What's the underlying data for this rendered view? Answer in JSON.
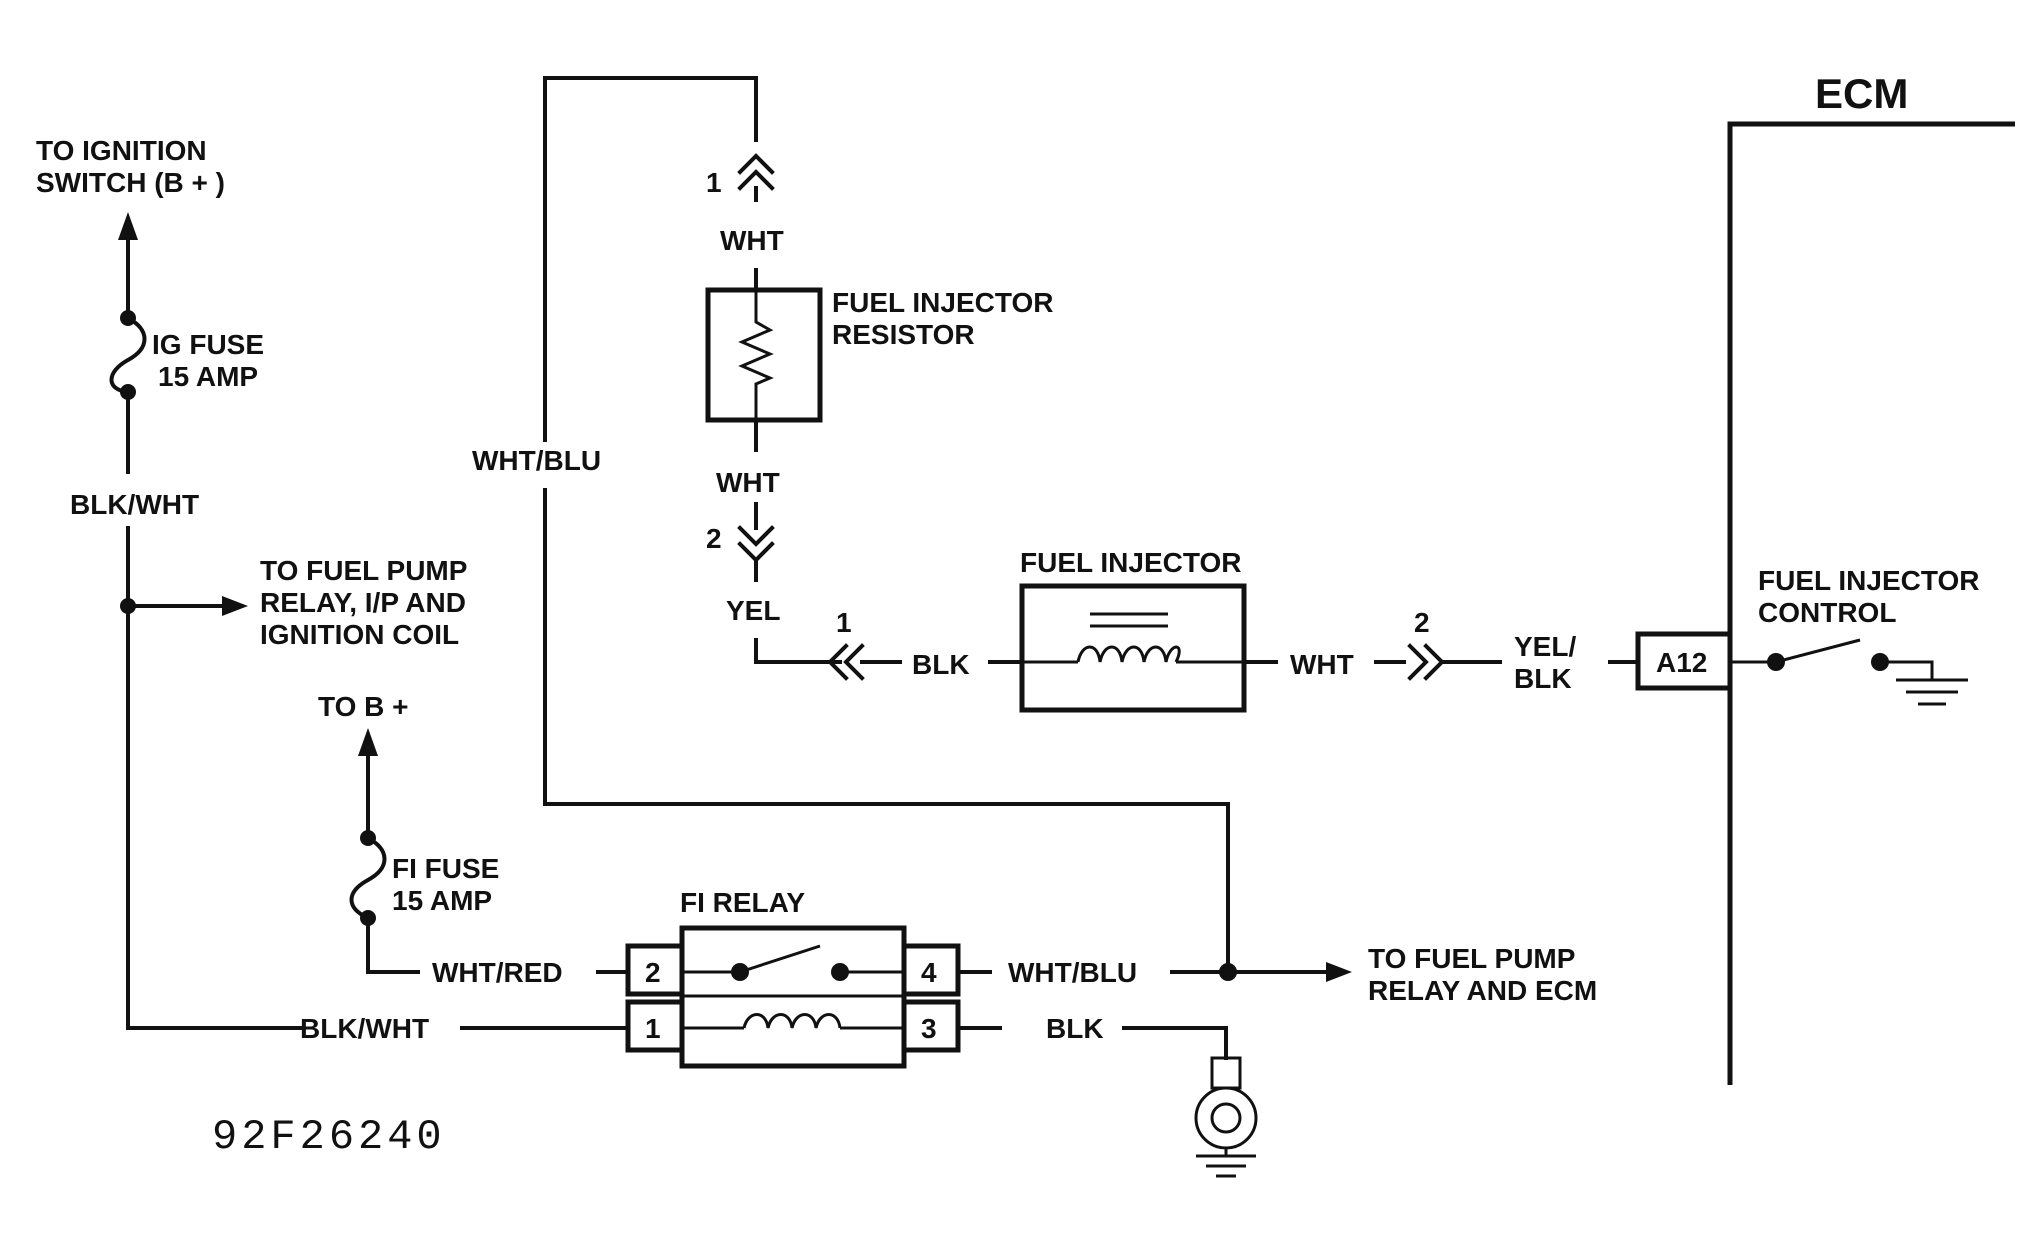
{
  "labels": {
    "ecm": "ECM",
    "to_ignition_line1": "TO IGNITION",
    "to_ignition_line2": "SWITCH (B + )",
    "ig_fuse_line1": "IG FUSE",
    "ig_fuse_line2": "15 AMP",
    "blk_wht_upper": "BLK/WHT",
    "to_fuel_pump_line1": "TO FUEL PUMP",
    "to_fuel_pump_line2": "RELAY, I/P AND",
    "to_fuel_pump_line3": "IGNITION COIL",
    "to_b_plus": "TO B +",
    "fi_fuse_line1": "FI FUSE",
    "fi_fuse_line2": "15 AMP",
    "wht_red": "WHT/RED",
    "blk_wht_lower": "BLK/WHT",
    "fi_relay": "FI RELAY",
    "relay_pin_2": "2",
    "relay_pin_1": "1",
    "relay_pin_4": "4",
    "relay_pin_3": "3",
    "wht_blu_relay": "WHT/BLU",
    "blk_relay": "BLK",
    "to_pump_ecm_line1": "TO FUEL PUMP",
    "to_pump_ecm_line2": "RELAY AND ECM",
    "wht_blu_vertical": "WHT/BLU",
    "conn_top_pin": "1",
    "wht_top": "WHT",
    "resistor_line1": "FUEL INJECTOR",
    "resistor_line2": "RESISTOR",
    "wht_bottom": "WHT",
    "conn_mid_pin": "2",
    "yel": "YEL",
    "inj_conn_left_pin": "1",
    "blk_injector": "BLK",
    "fuel_injector": "FUEL INJECTOR",
    "wht_injector": "WHT",
    "inj_conn_right_pin": "2",
    "yel_blk_line1": "YEL/",
    "yel_blk_line2": "BLK",
    "ecm_pin": "A12",
    "injector_control_line1": "FUEL INJECTOR",
    "injector_control_line2": "CONTROL",
    "figure_code": "92F26240"
  }
}
